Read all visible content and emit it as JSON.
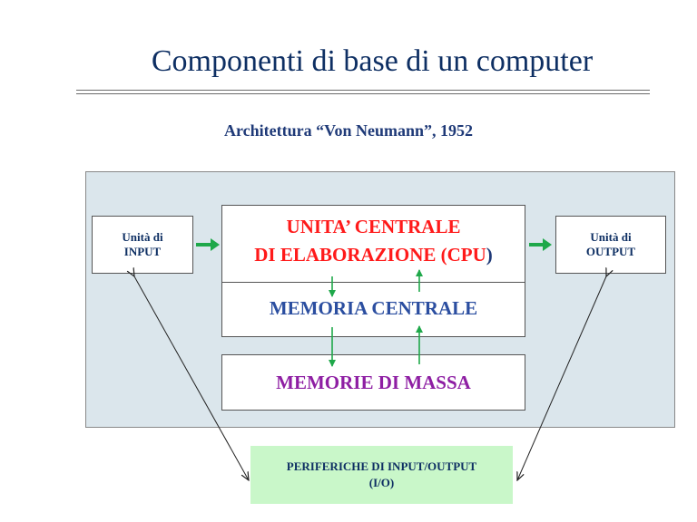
{
  "title": "Componenti di base di un computer",
  "subtitle": "Architettura “Von Neumann”, 1952",
  "input": {
    "line1": "Unità di",
    "line2": "INPUT"
  },
  "output": {
    "line1": "Unità di",
    "line2": "OUTPUT"
  },
  "cpu": {
    "line1": "UNITA’ CENTRALE",
    "line2_main": "DI ELABORAZIONE (CPU",
    "line2_paren": ")"
  },
  "memoria_centrale": "MEMORIA CENTRALE",
  "memorie_di_massa": "MEMORIE DI MASSA",
  "periferiche": {
    "line1": "PERIFERICHE DI INPUT/OUTPUT",
    "line2": "(I/O)"
  },
  "colors": {
    "title": "#0e2f63",
    "cpu_text": "#ff1a1a",
    "memoria_text": "#2b4ea0",
    "massa_text": "#8e1ea3",
    "arrow_green": "#1fa84a",
    "panel_bg": "#dbe6ec",
    "periph_bg": "#c9f7c9"
  }
}
